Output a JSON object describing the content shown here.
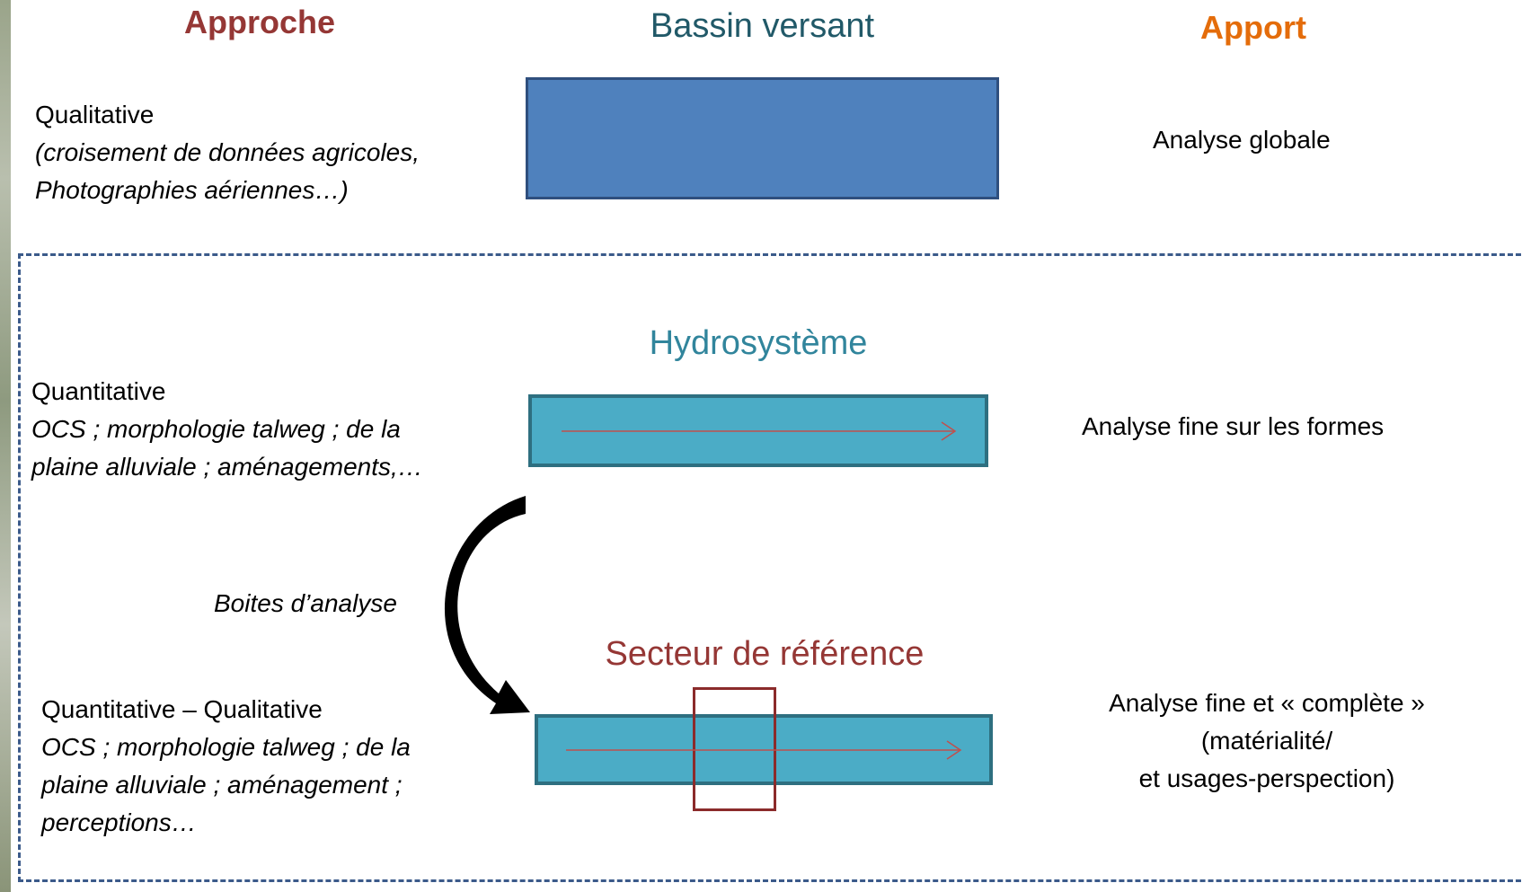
{
  "headers": {
    "approche": "Approche",
    "apport": "Apport"
  },
  "levels": {
    "bassin": {
      "title": "Bassin versant"
    },
    "hydro": {
      "title": "Hydrosystème"
    },
    "secteur": {
      "title": "Secteur de référence"
    }
  },
  "approaches": {
    "qualitative": {
      "label": "Qualitative",
      "line1": "(croisement de données agricoles,",
      "line2": "Photographies aériennes…)"
    },
    "quantitative": {
      "label": "Quantitative",
      "line1": "OCS ; morphologie talweg ; de la",
      "line2": "plaine alluviale ; aménagements,…"
    },
    "mixed": {
      "label": "Quantitative – Qualitative",
      "line1": "OCS ; morphologie talweg ; de la",
      "line2": "plaine alluviale ; aménagement ;",
      "line3": "perceptions…"
    }
  },
  "contributions": {
    "globale": "Analyse globale",
    "formes": "Analyse fine sur les formes",
    "complete_line1": "Analyse fine et « complète »",
    "complete_line2": "(matérialité/",
    "complete_line3": "et usages-perspection)"
  },
  "arrow_label": "Boites d’analyse",
  "colors": {
    "approche_header": "#953735",
    "apport_header": "#e46c0a",
    "bassin_title": "#215968",
    "hydro_title": "#31859c",
    "secteur_title": "#953735",
    "bassin_box": "#4f81bd",
    "river": "#4bacc6",
    "flow_arrow": "#c0504d",
    "dashed_border": "#3b5a8a"
  }
}
